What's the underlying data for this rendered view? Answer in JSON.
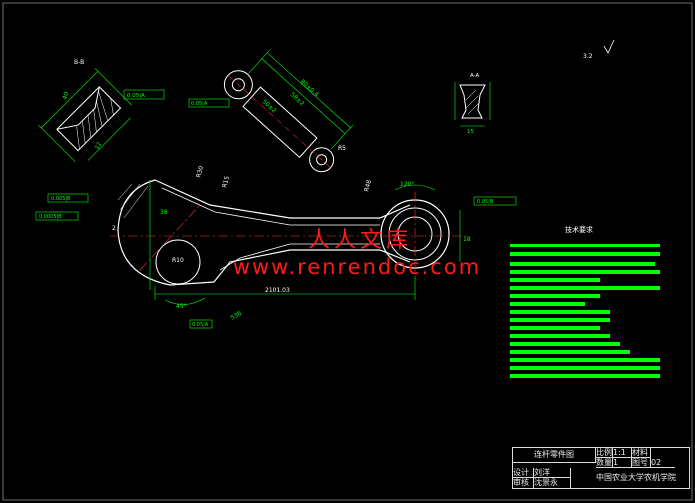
{
  "drawing": {
    "section_label": "B-B",
    "detail_label": "A-A",
    "roughness_corner": "3.2",
    "watermark_cn": "人人文库",
    "watermark_url": "www.renrendoc.com",
    "notes_title": "技术要求"
  },
  "dimensions": {
    "d_2101": "2101.03",
    "d_r10": "R10",
    "d_r48": "R48",
    "d_r30": "R30",
    "d_r15": "R15",
    "d_r5": "R5",
    "d_38": "38",
    "d_18": "18",
    "d_15": "15",
    "d_45": "45°",
    "d_120": "120°",
    "d_536": "536",
    "d_8040": "80±0.4",
    "d_5812": "58±2",
    "d_5022": "50±2",
    "d_40": "40",
    "d_12": "12",
    "d_2": "2"
  },
  "tolerances": {
    "tol_1": "0.05|A",
    "tol_2": "0.05|A",
    "tol_3": "0.005|B",
    "tol_4": "0.0005|B",
    "tol_5": "0.05|A",
    "tol_6": "0.05|B"
  },
  "title_block": {
    "part_name": "连杆零件图",
    "scale_label": "比例",
    "scale_value": "1:1",
    "material_label": "材料",
    "qty_label": "数量",
    "qty_value": "1",
    "sheet_label": "图号",
    "sheet_value": "02",
    "design_label": "设计",
    "design_name": "刘洋",
    "check_label": "审核",
    "check_name": "沈景永",
    "org": "中国农业大学农机学院"
  },
  "colors": {
    "outline": "#ffffff",
    "dimension": "#00ff00",
    "center": "#ff3030",
    "hatch": "#ffffff",
    "note_band": "#00ff00",
    "watermark": "#ff1a1a"
  }
}
